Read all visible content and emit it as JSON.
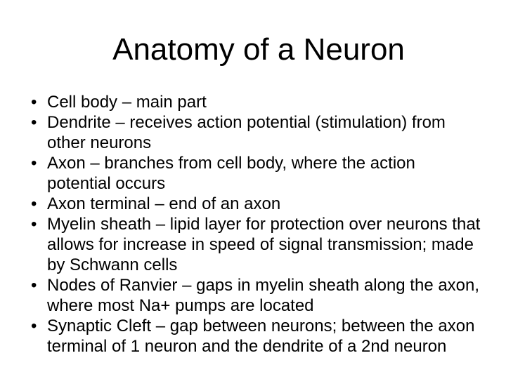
{
  "slide": {
    "title": "Anatomy of a Neuron",
    "background_color": "#ffffff",
    "text_color": "#000000",
    "bullet_char": "•",
    "bullets": [
      {
        "lines": [
          "Cell body – main part"
        ]
      },
      {
        "lines": [
          "Dendrite – receives action potential (stimulation) from",
          "other neurons"
        ]
      },
      {
        "lines": [
          "Axon – branches from cell body, where the action",
          "potential occurs"
        ]
      },
      {
        "lines": [
          "Axon terminal – end of an axon"
        ]
      },
      {
        "lines": [
          "Myelin sheath – lipid layer for protection over neurons that",
          "allows for increase in speed of signal transmission; made",
          "by Schwann cells"
        ]
      },
      {
        "lines": [
          "Nodes of Ranvier – gaps in myelin sheath along the axon,",
          "where most Na+ pumps are located"
        ]
      },
      {
        "lines": [
          "Synaptic Cleft – gap between neurons; between the axon",
          "terminal of 1 neuron and the dendrite of a 2nd neuron"
        ]
      }
    ]
  }
}
